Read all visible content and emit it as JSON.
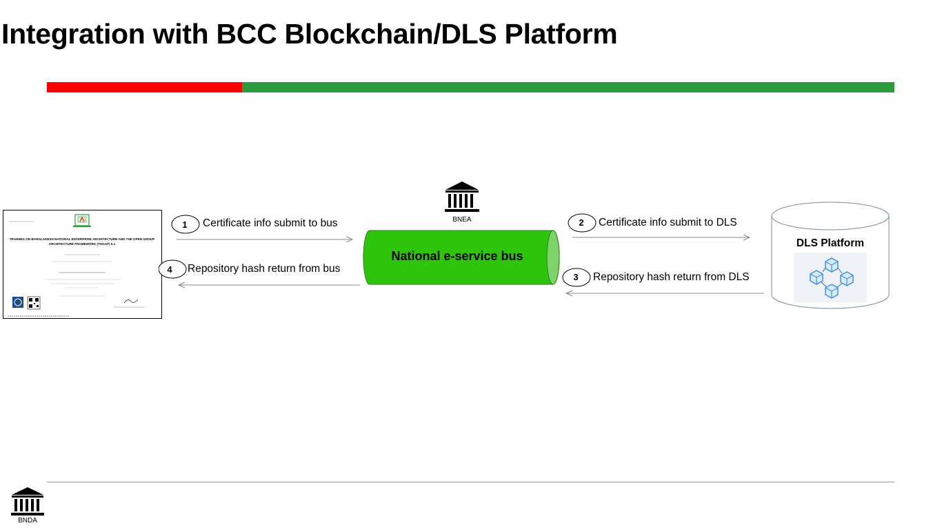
{
  "title": "Integration with BCC Blockchain/DLS Platform",
  "colors": {
    "accent_red": "#ff0000",
    "accent_green": "#2e9a3e",
    "bus_green": "#2ec40c",
    "bus_end": "#7dd36a",
    "icon_blue": "#3d8fe0"
  },
  "bnea_label": "BNEA",
  "bnda_label": "BNDA",
  "bus_label": "National e-service bus",
  "dls_label": "DLS Platform",
  "steps": [
    {
      "num": "1",
      "text": "Certificate info submit to bus"
    },
    {
      "num": "2",
      "text": "Certificate info submit to DLS"
    },
    {
      "num": "3",
      "text": "Repository hash return from DLS"
    },
    {
      "num": "4",
      "text": "Repository hash return from bus"
    }
  ],
  "certificate": {
    "title_line1": "TRAINING ON BANGLADESH NATIONAL ENTERPRISE ARCHITECTURE AND THE OPEN GROUP",
    "title_line2": "ARCHITECTURE FRAMEWORK (TOGAF) 9.1"
  }
}
